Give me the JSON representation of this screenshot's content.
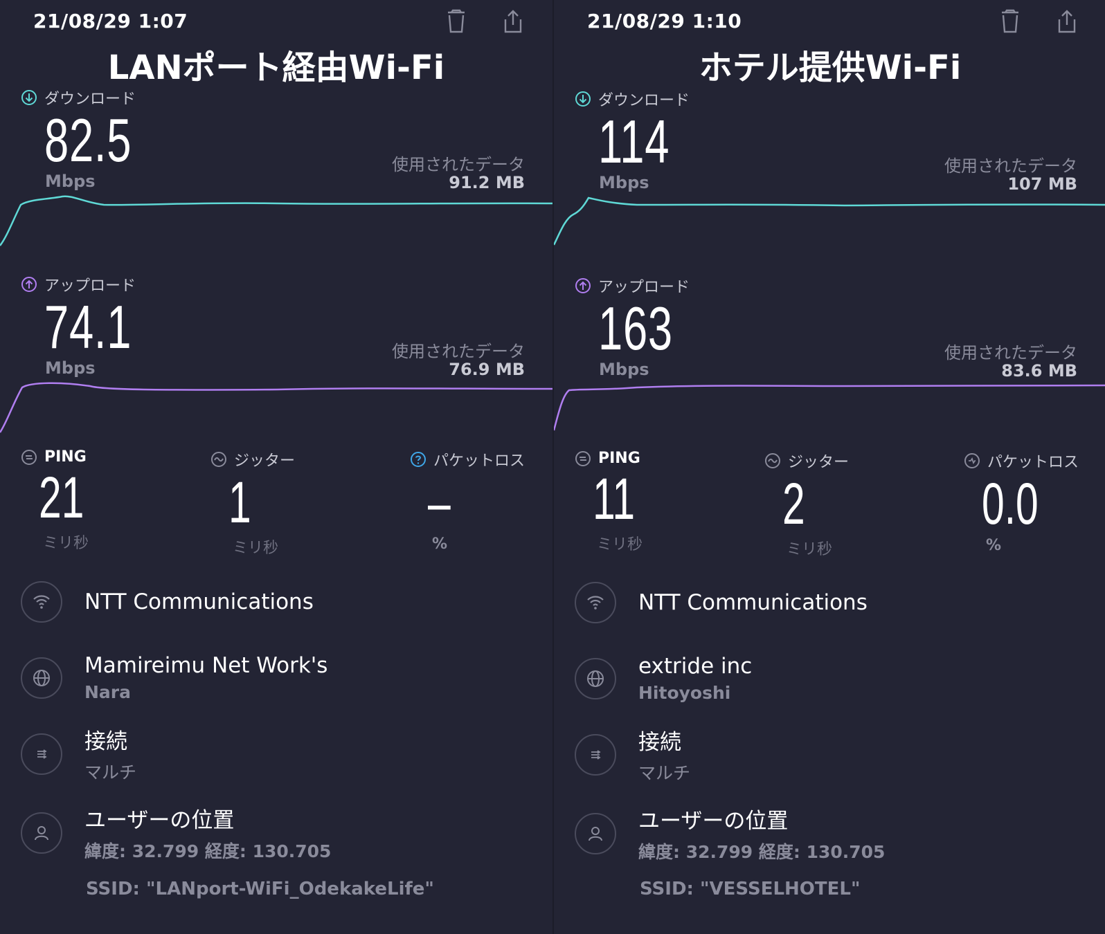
{
  "left": {
    "date": "21/08/29 1:07",
    "overlay_title": "LANポート経由Wi-Fi",
    "download": {
      "label": "ダウンロード",
      "value": "82.5",
      "unit": "Mbps",
      "used_label": "使用されたデータ",
      "used_value": "91.2 MB"
    },
    "upload": {
      "label": "アップロード",
      "value": "74.1",
      "unit": "Mbps",
      "used_label": "使用されたデータ",
      "used_value": "76.9 MB"
    },
    "ping": {
      "label": "PING",
      "value": "21",
      "unit": "ミリ秒"
    },
    "jitter": {
      "label": "ジッター",
      "value": "1",
      "unit": "ミリ秒"
    },
    "packet_loss": {
      "label": "パケットロス",
      "value": "–",
      "unit": "%"
    },
    "provider": {
      "name": "NTT Communications"
    },
    "server": {
      "name": "Mamireimu Net Work's",
      "location": "Nara"
    },
    "connection": {
      "label": "接続",
      "value": "マルチ"
    },
    "user_location": {
      "label": "ユーザーの位置",
      "coords": "緯度: 32.799 経度: 130.705"
    },
    "ssid": "SSID: \"LANport-WiFi_OdekakeLife\""
  },
  "right": {
    "date": "21/08/29 1:10",
    "overlay_title": "ホテル提供Wi-Fi",
    "download": {
      "label": "ダウンロード",
      "value": "114",
      "unit": "Mbps",
      "used_label": "使用されたデータ",
      "used_value": "107 MB"
    },
    "upload": {
      "label": "アップロード",
      "value": "163",
      "unit": "Mbps",
      "used_label": "使用されたデータ",
      "used_value": "83.6 MB"
    },
    "ping": {
      "label": "PING",
      "value": "11",
      "unit": "ミリ秒"
    },
    "jitter": {
      "label": "ジッター",
      "value": "2",
      "unit": "ミリ秒"
    },
    "packet_loss": {
      "label": "パケットロス",
      "value": "0.0",
      "unit": "%"
    },
    "provider": {
      "name": "NTT Communications"
    },
    "server": {
      "name": "extride inc",
      "location": "Hitoyoshi"
    },
    "connection": {
      "label": "接続",
      "value": "マルチ"
    },
    "user_location": {
      "label": "ユーザーの位置",
      "coords": "緯度: 32.799 経度: 130.705"
    },
    "ssid": "SSID: \"VESSELHOTEL\""
  },
  "colors": {
    "background": "#232434",
    "download_accent": "#5fd9d6",
    "upload_accent": "#b07ef0",
    "packet_loss_help": "#3fa7e8",
    "muted_text": "#8a8b9b"
  },
  "icons": [
    "trash-icon",
    "share-icon",
    "download-arrow-icon",
    "upload-arrow-icon",
    "ping-icon",
    "jitter-icon",
    "help-icon",
    "wifi-icon",
    "globe-icon",
    "connections-icon",
    "user-icon"
  ]
}
